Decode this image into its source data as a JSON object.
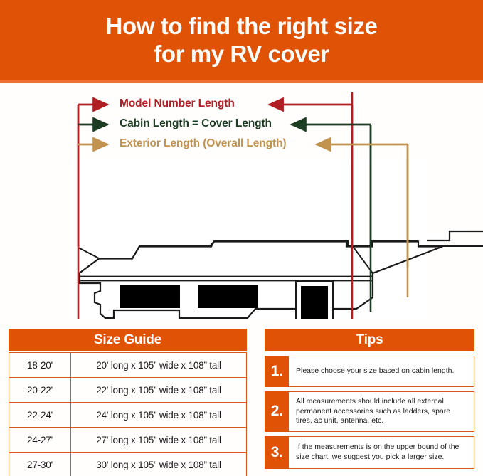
{
  "header": {
    "line1": "How to find the right size",
    "line2": "for my RV cover"
  },
  "colors": {
    "orange": "#e05206",
    "orange_rule": "#eb7336",
    "table_border": "#d9561c",
    "model_red": "#b01f24",
    "cabin_green": "#1d3d23",
    "exterior_tan": "#c2934f",
    "line_art": "#1a1a1a",
    "white": "#ffffff"
  },
  "diagram": {
    "legend": [
      {
        "label": "Model Number Length",
        "color": "#b01f24",
        "icon": "arrow-right-icon"
      },
      {
        "label": "Cabin Length = Cover Length",
        "color": "#1d3d23",
        "icon": "arrow-right-icon"
      },
      {
        "label": "Exterior Length (Overall Length)",
        "color": "#c2934f",
        "icon": "arrow-right-icon"
      }
    ],
    "illustration_name": "fifth-wheel-rv-side-view"
  },
  "size_guide": {
    "title": "Size Guide",
    "rows": [
      {
        "range": "18-20'",
        "dimensions": "20' long x 105” wide x 108” tall"
      },
      {
        "range": "20-22'",
        "dimensions": "22' long x 105” wide x 108” tall"
      },
      {
        "range": "22-24'",
        "dimensions": "24' long x 105” wide x 108” tall"
      },
      {
        "range": "24-27'",
        "dimensions": "27' long x 105” wide x 108” tall"
      },
      {
        "range": "27-30'",
        "dimensions": "30' long x 105” wide x 108” tall"
      }
    ]
  },
  "tips": {
    "title": "Tips",
    "items": [
      {
        "number": "1.",
        "text": "Please choose your size based on cabin length."
      },
      {
        "number": "2.",
        "text": "All measurements should include all external permanent accessories such as ladders, spare tires, ac unit, antenna, etc."
      },
      {
        "number": "3.",
        "text": "If the measurements is on the upper bound of the size chart, we suggest you pick a larger size."
      }
    ]
  }
}
